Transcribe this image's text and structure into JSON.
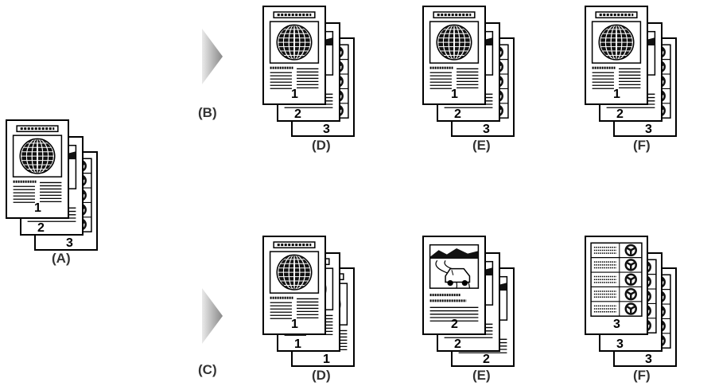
{
  "labels": {
    "A": "(A)",
    "B": "(B)",
    "C": "(C)",
    "D1": "(D)",
    "E1": "(E)",
    "F1": "(F)",
    "D2": "(D)",
    "E2": "(E)",
    "F2": "(F)"
  },
  "page_numbers": {
    "one": "1",
    "two": "2",
    "three": "3"
  },
  "icons": {
    "arrow": "arrow-icon",
    "globe": "globe-icon",
    "car": "car-landscape-icon",
    "wheel": "wheel-icon"
  }
}
